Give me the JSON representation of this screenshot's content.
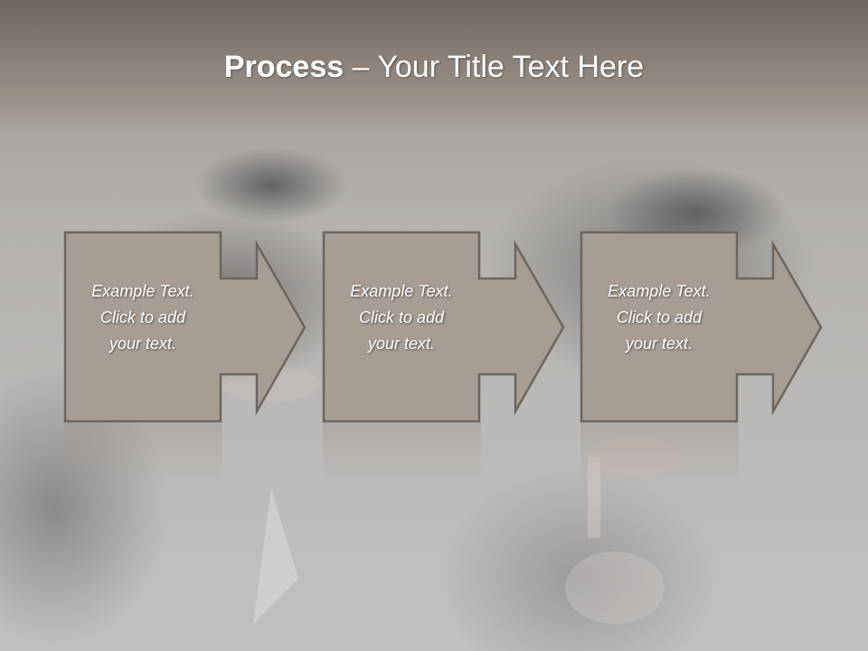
{
  "slide": {
    "title_bold": "Process",
    "title_rest": " – Your Title Text Here",
    "colors": {
      "title_band": "#857b72",
      "step_fill": "#a89d93",
      "step_border": "#6d655e",
      "text": "#ffffff"
    }
  },
  "steps": [
    {
      "line1": "Example Text.",
      "line2": "Click  to add",
      "line3": "your text."
    },
    {
      "line1": "Example Text.",
      "line2": "Click  to add",
      "line3": "your text."
    },
    {
      "line1": "Example Text.",
      "line2": "Click  to add",
      "line3": "your text."
    }
  ]
}
